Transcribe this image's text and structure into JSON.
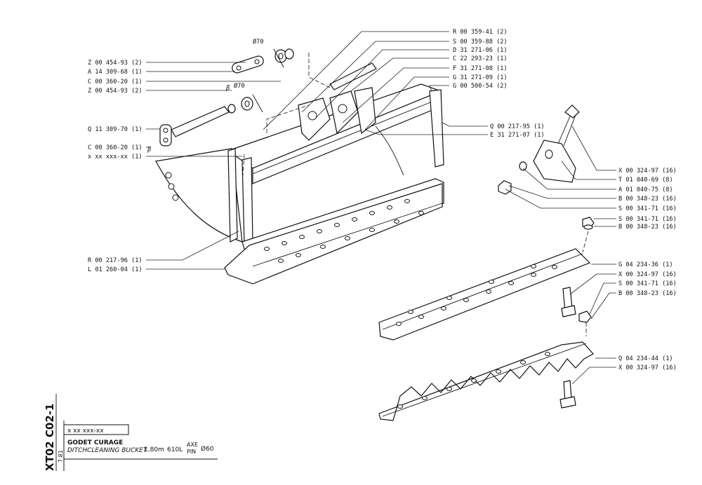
{
  "callouts_top": [
    {
      "ref": "R 00 359-41 (2)"
    },
    {
      "ref": "S 00 359-88 (2)"
    },
    {
      "ref": "D 31 271-06 (1)"
    },
    {
      "ref": "C 22 293-23 (1)"
    },
    {
      "ref": "F 31 271-08 (1)"
    },
    {
      "ref": "G 31 271-09 (1)"
    },
    {
      "ref": "G 00 500-54 (2)"
    }
  ],
  "callouts_right_mid": [
    {
      "ref": "Q 00 217-95 (1)"
    },
    {
      "ref": "E 31 271-07 (1)"
    }
  ],
  "callouts_left": [
    {
      "ref": "Z 00 454-93 (2)"
    },
    {
      "ref": "A 14 309-68 (1)"
    },
    {
      "ref": "C 00 360-20 (1)"
    },
    {
      "ref": "Z 00 454-93 (2)"
    },
    {
      "ref": "Q 11 309-70 (1)"
    },
    {
      "ref": "C 00 360-20 (1)"
    },
    {
      "ref": "x xx xxx-xx (1)"
    }
  ],
  "callouts_left_bottom": [
    {
      "ref": "R 00 217-96 (1)"
    },
    {
      "ref": "L 01 260-04 (1)"
    }
  ],
  "callouts_right": [
    {
      "ref": "X 00 324-97 (16)"
    },
    {
      "ref": "T 01 040-69 (8)"
    },
    {
      "ref": "A 01 040-75 (8)"
    },
    {
      "ref": "B 00 348-23 (16)"
    },
    {
      "ref": "S 00 341-71 (16)"
    },
    {
      "ref": "S 00 341-71 (16)"
    },
    {
      "ref": "B 00 348-23 (16)"
    }
  ],
  "callouts_right_low": [
    {
      "ref": "G 04 234-36 (1)"
    },
    {
      "ref": "X 00 324-97 (16)"
    },
    {
      "ref": "S 00 341-71 (16)"
    },
    {
      "ref": "B 00 348-23 (16)"
    }
  ],
  "callouts_right_bottom": [
    {
      "ref": "Q 04 234-44 (1)"
    },
    {
      "ref": "X 00 324-97 (16)"
    }
  ],
  "dimensions": {
    "d70_top": "Ø70",
    "d70_mid": "Ø70",
    "beta": "β"
  },
  "title_block": {
    "code_vertical": "XT02 C02-1",
    "date_vertical": "7.81",
    "ref_box": "x xx xxx-xx",
    "title_fr": "GODET CURAGE",
    "title_en": "DITCHCLEANING BUCKET",
    "size": "1,80m",
    "capacity": "610L",
    "axe": "AXE",
    "pin": "PIN",
    "pin_dia": "Ø60"
  }
}
